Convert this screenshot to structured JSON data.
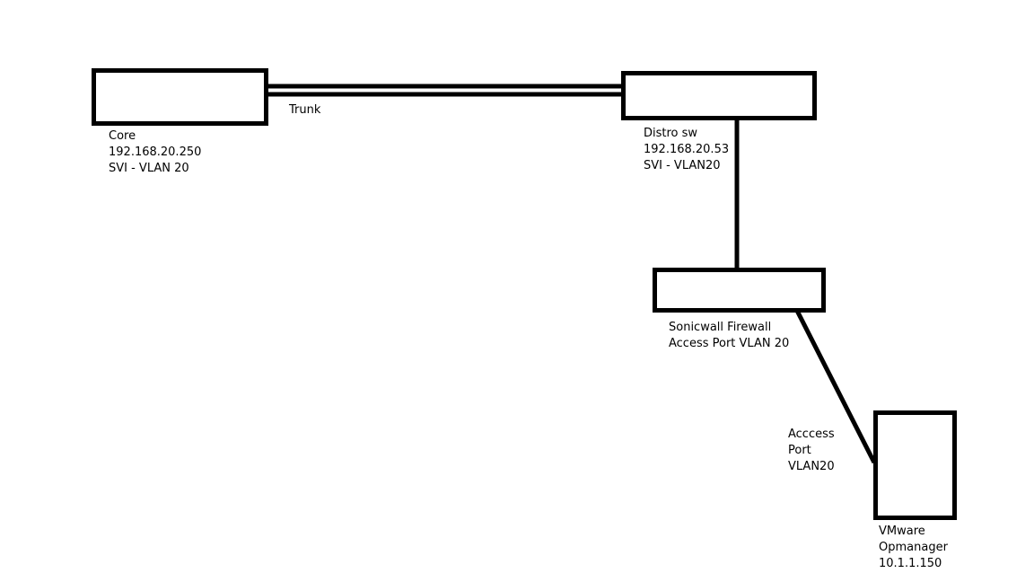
{
  "diagram": {
    "trunk_label": "Trunk",
    "core": {
      "name": "Core",
      "ip": "192.168.20.250",
      "svi": "SVI - VLAN 20"
    },
    "distro": {
      "name": "Distro sw",
      "ip": "192.168.20.53",
      "svi": "SVI - VLAN20"
    },
    "firewall": {
      "name": "Sonicwall Firewall",
      "port": "Access Port VLAN 20"
    },
    "access_link": {
      "line1": "Acccess",
      "line2": "Port",
      "line3": "VLAN20"
    },
    "vmware": {
      "name": "VMware",
      "app": "Opmanager",
      "ip": "10.1.1.150"
    },
    "colors": {
      "line": "#000000",
      "background": "#ffffff"
    }
  }
}
